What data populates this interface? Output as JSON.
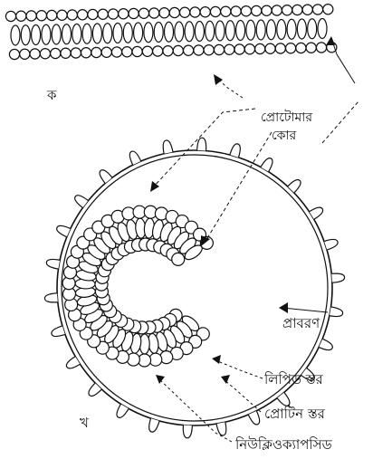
{
  "panel_a": {
    "letter": "ক"
  },
  "panel_b": {
    "letter": "খ"
  },
  "labels": {
    "capsomere": "প্রোটোমার",
    "capsomere_line2": "কোর",
    "envelope": "প্রাবরণ",
    "lipid_layer": "লিপিড স্তর",
    "protein_layer": "প্রোটিন স্তর",
    "nucleocapsid": "নিউক্লিওক্যাপসিড"
  },
  "colors": {
    "ink": "#111111",
    "paper": "#ffffff"
  }
}
